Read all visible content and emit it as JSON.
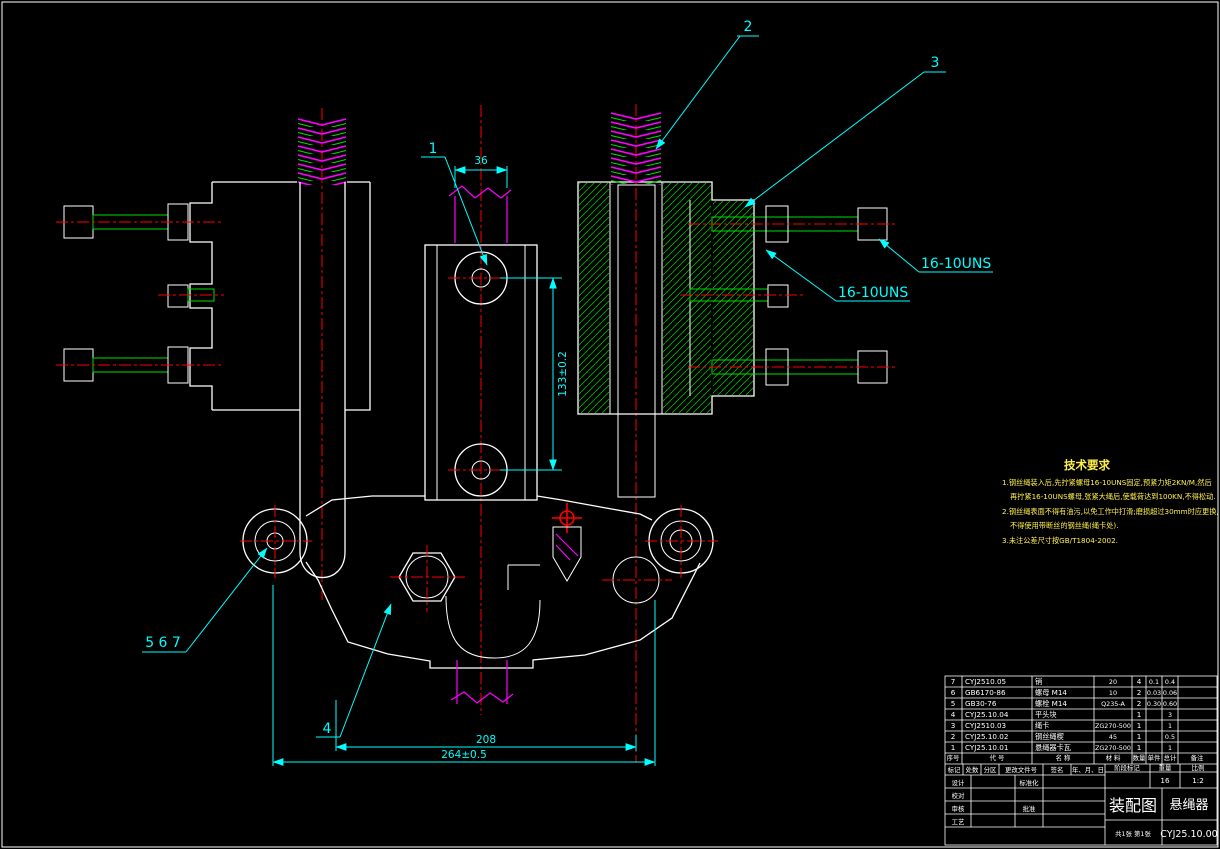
{
  "annotations": {
    "balloon_1": "1",
    "balloon_2": "2",
    "balloon_3": "3",
    "balloon_4": "4",
    "balloon_567": "5 6 7",
    "thread_callout_right_lower": "16-10UNS",
    "thread_callout_right_upper": "16-10UNS",
    "dim_top_width": "36",
    "dim_hole_spacing": "133±0.2",
    "dim_inner": "208",
    "dim_overall": "264±0.5"
  },
  "tech_requirements": {
    "title": "技术要求",
    "lines": [
      "1.钢丝绳装入后,先拧紧螺母16-10UNS固定,预紧力矩2KN/M,然后",
      "再拧紧16-10UNS螺母,张紧大绳后,使载荷达到100KN,不得松动.",
      "2.钢丝绳表面不得有油污,以免工作中打滑;磨损超过30mm时应更换,",
      "不得使用带断丝的钢丝绳(绳卡处).",
      "3.未注公差尺寸按GB/T1804-2002."
    ]
  },
  "title_block": {
    "bom_header": {
      "seq": "序号",
      "code": "代 号",
      "name": "名 称",
      "material": "材 料",
      "qty": "数量",
      "unit": "单件",
      "total": "总计",
      "remark": "备注"
    },
    "bom": [
      {
        "seq": "7",
        "code": "CYJ2510.05",
        "name": "销",
        "material": "20",
        "qty": "4",
        "unit": "0.1",
        "total": "0.4"
      },
      {
        "seq": "6",
        "code": "GB6170-86",
        "name": "螺母 M14",
        "material": "10",
        "qty": "2",
        "unit": "0.03",
        "total": "0.06"
      },
      {
        "seq": "5",
        "code": "GB30-76",
        "name": "螺栓 M14",
        "material": "Q235-A",
        "qty": "2",
        "unit": "0.30",
        "total": "0.60"
      },
      {
        "seq": "4",
        "code": "CYJ25.10.04",
        "name": "平头块",
        "material": "",
        "qty": "1",
        "unit": "",
        "total": "3"
      },
      {
        "seq": "3",
        "code": "CYJ2510.03",
        "name": "绳卡",
        "material": "ZG270-500",
        "qty": "1",
        "unit": "",
        "total": "1"
      },
      {
        "seq": "2",
        "code": "CYJ25.10.02",
        "name": "钢丝绳楔",
        "material": "45",
        "qty": "1",
        "unit": "",
        "total": "0.5"
      },
      {
        "seq": "1",
        "code": "CYJ25.10.01",
        "name": "悬绳器卡瓦",
        "material": "ZG270-500",
        "qty": "1",
        "unit": "",
        "total": "1"
      }
    ],
    "fields": {
      "mark": "标记",
      "count": "处数",
      "zone": "分区",
      "change_doc": "更改文件号",
      "sign": "签名",
      "date": "年、月、日",
      "design": "设计",
      "check": "校对",
      "review": "审核",
      "process": "工艺",
      "standard": "标准化",
      "approve": "批准",
      "stage_mark": "阶段标记",
      "weight_label": "重量",
      "scale_label": "比例"
    },
    "weight": "16",
    "scale": "1:2",
    "drawing_title": "装配图",
    "product_name": "悬绳器",
    "drawing_number": "CYJ25.10.00",
    "sheet": "共1张 第1张"
  },
  "colors": {
    "background": "#000000",
    "outline": "#ffffff",
    "centerline": "#ff0000",
    "hatch": "#00c000",
    "dimension": "#00ffff",
    "phantom": "#ff00ff",
    "note_text": "#ffef4d"
  }
}
